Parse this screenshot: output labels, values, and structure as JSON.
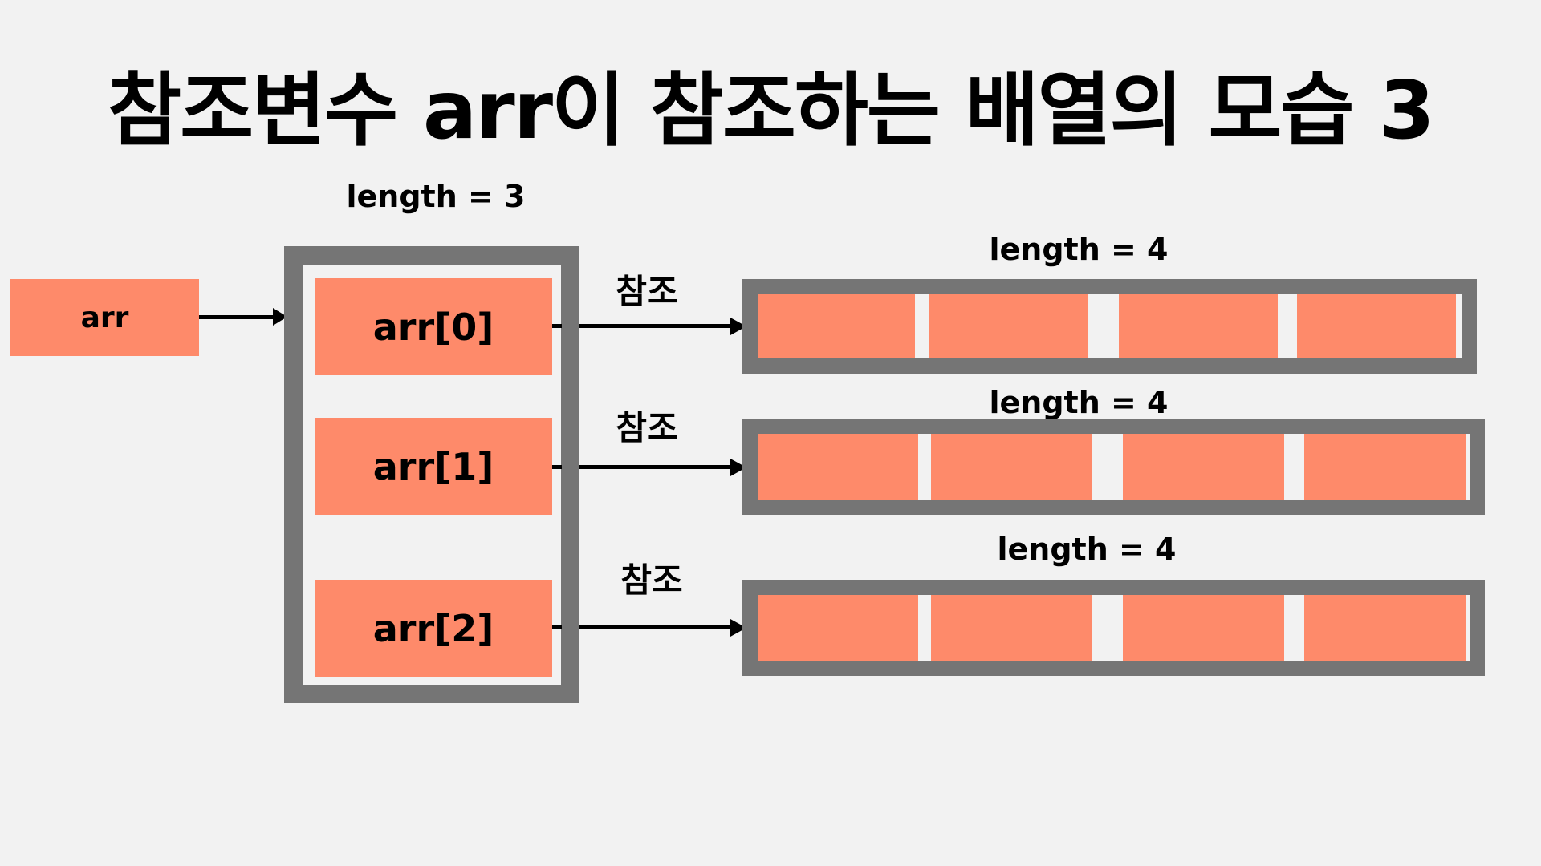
{
  "title": "참조변수 arr이 참조하는 배열의 모습 3",
  "outer": {
    "length_label": "length = 3",
    "variable": "arr",
    "elements": [
      "arr[0]",
      "arr[1]",
      "arr[2]"
    ]
  },
  "inner_arrays": [
    {
      "length_label": "length = 4",
      "ref_label": "참조"
    },
    {
      "length_label": "length = 4",
      "ref_label": "참조"
    },
    {
      "length_label": "length = 4",
      "ref_label": "참조"
    }
  ],
  "colors": {
    "cell_fill": "#fe8a6a",
    "frame": "#757575",
    "background": "#f2f2f2",
    "arrow": "#000000"
  }
}
